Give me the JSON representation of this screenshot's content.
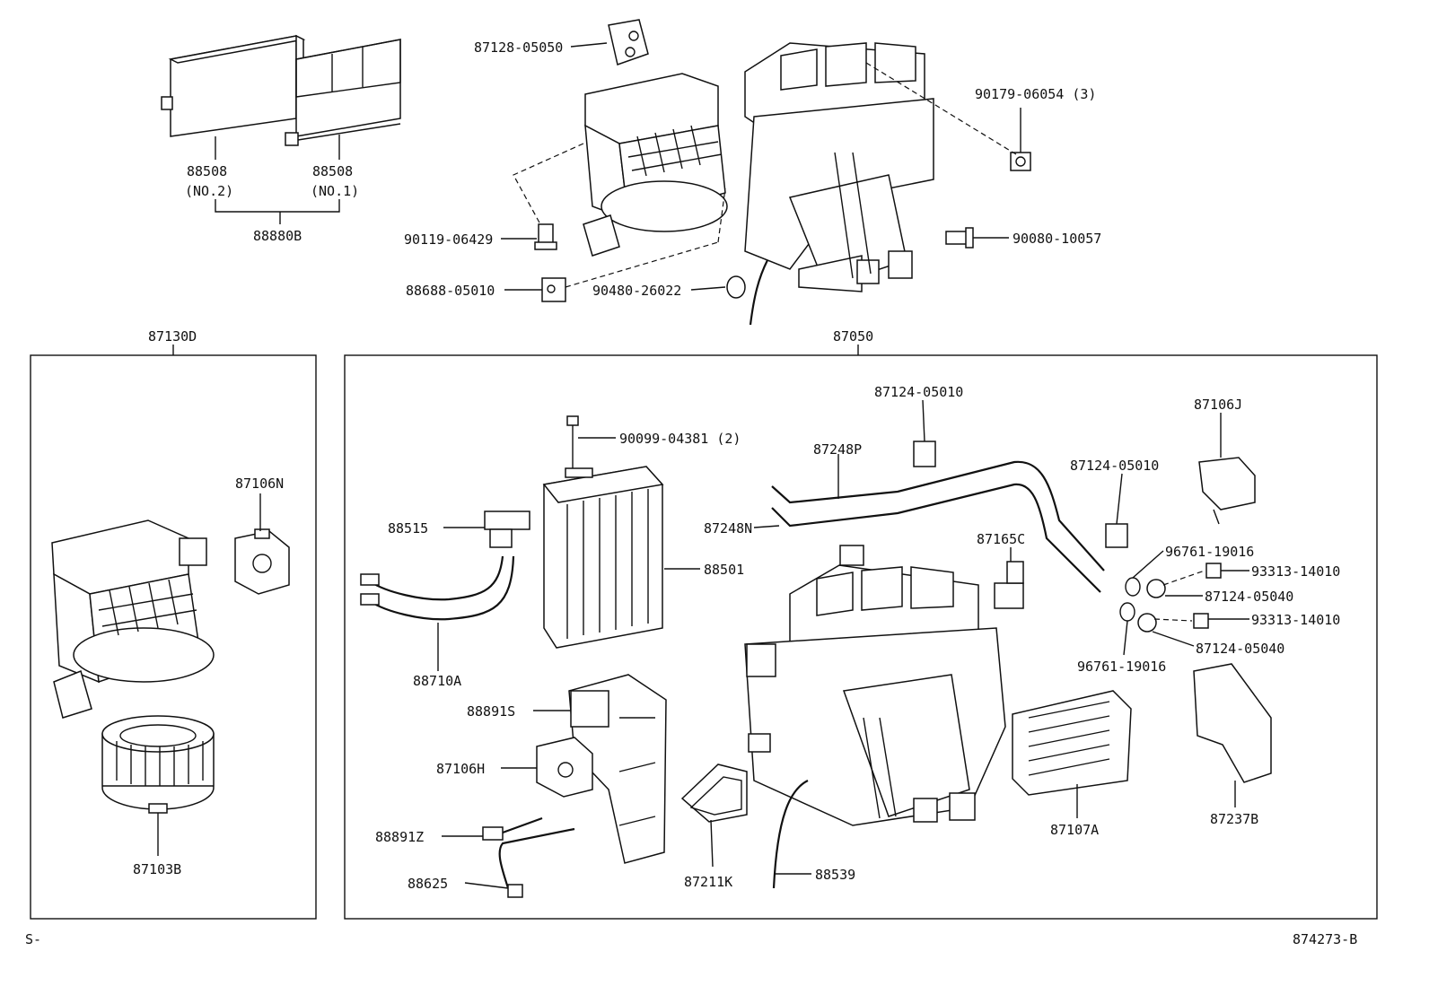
{
  "footer": {
    "left": "S-",
    "right": "874273-B"
  },
  "labels": {
    "l87128_05050": "87128-05050",
    "l90179_06054": "90179-06054 (3)",
    "l88508_a": "88508",
    "l88508_a_sub": "(NO.2)",
    "l88508_b": "88508",
    "l88508_b_sub": "(NO.1)",
    "l88880B": "88880B",
    "l90119_06429": "90119-06429",
    "l90080_10057": "90080-10057",
    "l88688_05010": "88688-05010",
    "l90480_26022": "90480-26022",
    "l87130D": "87130D",
    "l87050": "87050",
    "l87106N": "87106N",
    "l87103B": "87103B",
    "l87124_05010_a": "87124-05010",
    "l90099_04381": "90099-04381 (2)",
    "l87248P": "87248P",
    "l87124_05010_b": "87124-05010",
    "l87106J": "87106J",
    "l88515": "88515",
    "l87248N": "87248N",
    "l88501": "88501",
    "l87165C": "87165C",
    "l96761_19016_a": "96761-19016",
    "l93313_14010_a": "93313-14010",
    "l87124_05040_a": "87124-05040",
    "l93313_14010_b": "93313-14010",
    "l87124_05040_b": "87124-05040",
    "l96761_19016_b": "96761-19016",
    "l88710A": "88710A",
    "l88891S": "88891S",
    "l87106H": "87106H",
    "l88891Z": "88891Z",
    "l88625": "88625",
    "l87211K": "87211K",
    "l88539": "88539",
    "l87107A": "87107A",
    "l87237B": "87237B"
  }
}
